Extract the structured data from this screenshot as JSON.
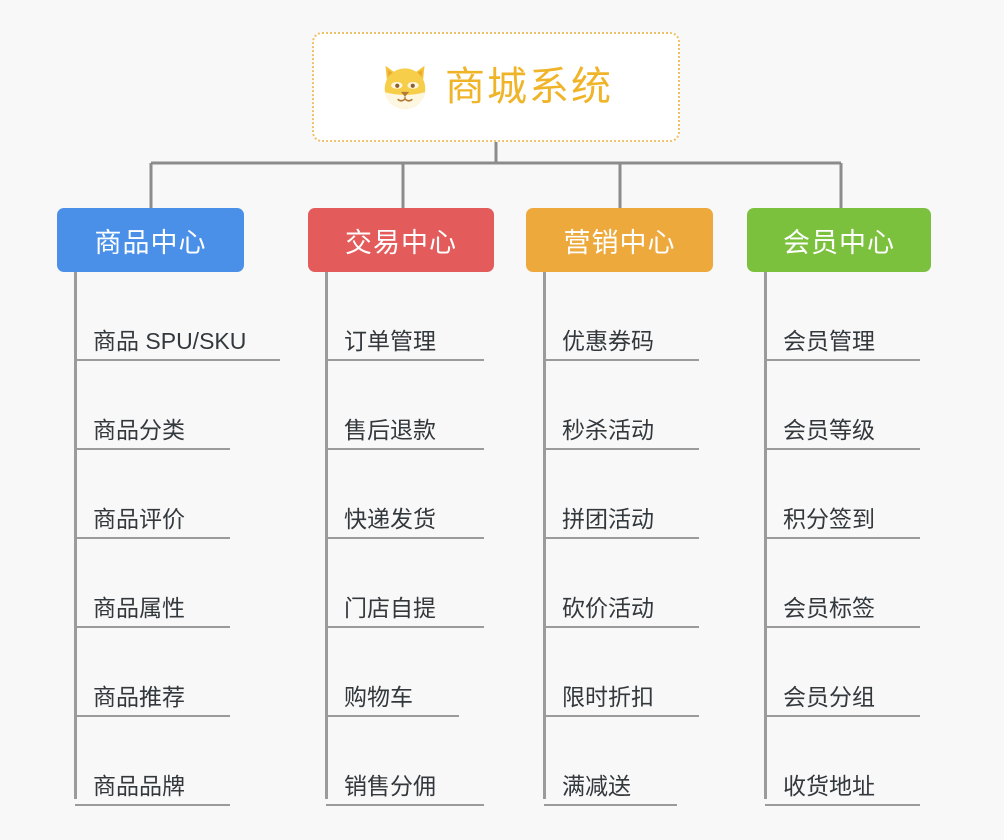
{
  "page": {
    "background_color": "#f8f8f8",
    "line_color": "#9b9b9b",
    "leaf_text_color": "#33383d"
  },
  "root": {
    "title": "商城系统",
    "icon": "shiba-dog-icon",
    "title_color": "#f0b429",
    "border_color": "#f0c068",
    "background_color": "#ffffff"
  },
  "columns": [
    {
      "title": "商品中心",
      "color": "#4a90e8",
      "items": [
        "商品 SPU/SKU",
        "商品分类",
        "商品评价",
        "商品属性",
        "商品推荐",
        "商品品牌"
      ]
    },
    {
      "title": "交易中心",
      "color": "#e35b5b",
      "items": [
        "订单管理",
        "售后退款",
        "快递发货",
        "门店自提",
        "购物车",
        "销售分佣"
      ]
    },
    {
      "title": "营销中心",
      "color": "#eda93c",
      "items": [
        "优惠券码",
        "秒杀活动",
        "拼团活动",
        "砍价活动",
        "限时折扣",
        "满减送"
      ]
    },
    {
      "title": "会员中心",
      "color": "#7cc13e",
      "items": [
        "会员管理",
        "会员等级",
        "积分签到",
        "会员标签",
        "会员分组",
        "收货地址"
      ]
    }
  ]
}
